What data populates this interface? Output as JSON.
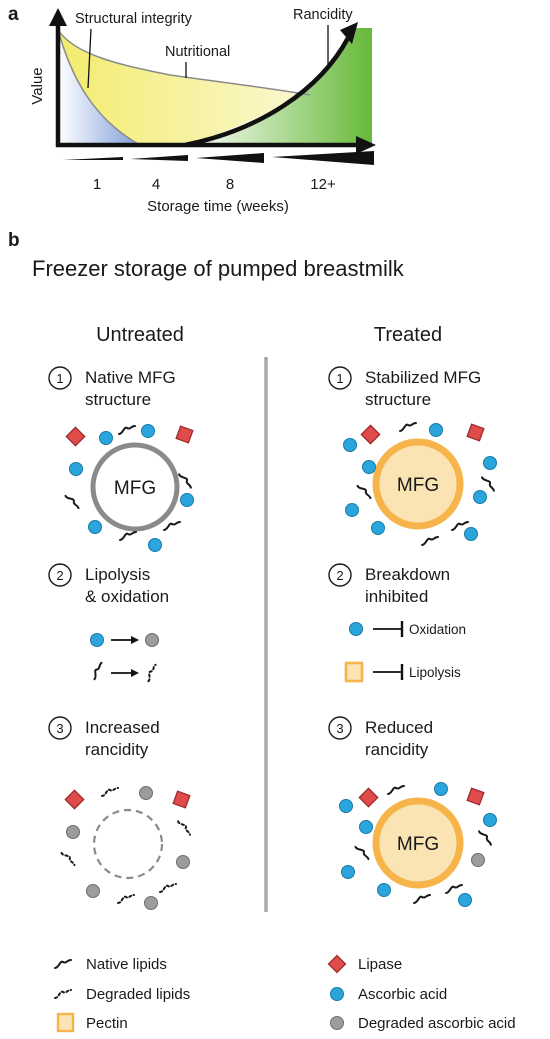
{
  "panel_a": {
    "letter": "a",
    "y_axis_label": "Value",
    "x_axis_label": "Storage time (weeks)",
    "curve_labels": {
      "structural": "Structural integrity",
      "nutritional": "Nutritional",
      "rancidity": "Rancidity"
    },
    "ticks": [
      "1",
      "4",
      "8",
      "12+"
    ],
    "colors": {
      "structural": "#a9bfe6",
      "nutritional": "#f3ef9a",
      "rancidity": "#7cc34a"
    }
  },
  "panel_b": {
    "letter": "b",
    "title": "Freezer storage of pumped breastmilk",
    "columns": {
      "untreated": {
        "heading": "Untreated",
        "steps": [
          {
            "number": "1",
            "line1": "Native MFG",
            "line2": "structure"
          },
          {
            "number": "2",
            "line1": "Lipolysis",
            "line2": "& oxidation"
          },
          {
            "number": "3",
            "line1": "Increased",
            "line2": "rancidity"
          }
        ]
      },
      "treated": {
        "heading": "Treated",
        "steps": [
          {
            "number": "1",
            "line1": "Stabilized MFG",
            "line2": "structure"
          },
          {
            "number": "2",
            "line1": "Breakdown",
            "line2": "inhibited"
          },
          {
            "number": "3",
            "line1": "Reduced",
            "line2": "rancidity"
          }
        ]
      }
    },
    "mfg_label": "MFG",
    "inhibition": {
      "oxidation": "Oxidation",
      "lipolysis": "Lipolysis"
    },
    "legend": {
      "native_lipids": "Native lipids",
      "degraded_lipids": "Degraded lipids",
      "pectin": "Pectin",
      "lipase": "Lipase",
      "ascorbic_acid": "Ascorbic acid",
      "degraded_ascorbic_acid": "Degraded ascorbic acid"
    },
    "colors": {
      "lipase": "#e04b4b",
      "ascorbic_acid": "#2aa6dc",
      "degraded_ascorbic_acid": "#9c9c9c",
      "pectin": "#f6b44a",
      "mfg_treated_fill": "#fbe4b4",
      "mfg_untreated_ring": "#8a8a8a"
    }
  }
}
